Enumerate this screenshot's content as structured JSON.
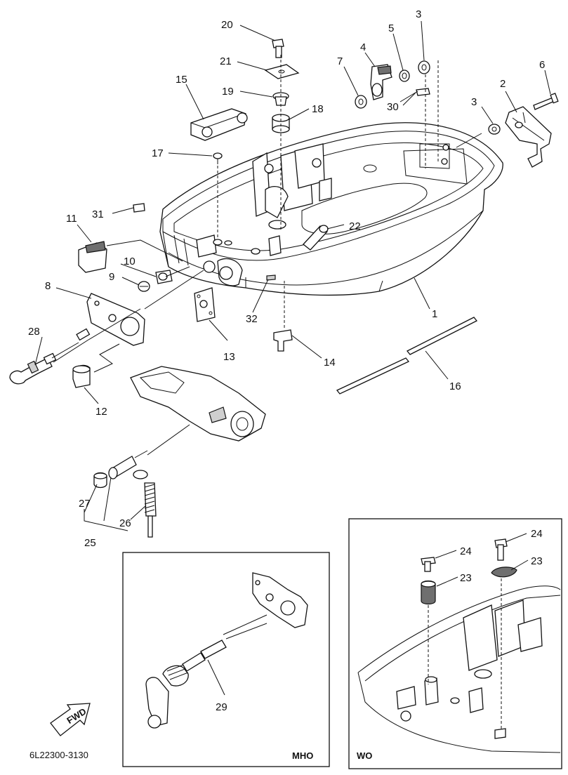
{
  "diagram": {
    "drawing_code": "6L22300-3130",
    "fwd_label": "FWD",
    "inset_left_label": "MHO",
    "inset_right_label": "WO",
    "callouts": [
      {
        "id": "c1",
        "text": "1"
      },
      {
        "id": "c2",
        "text": "2"
      },
      {
        "id": "c3a",
        "text": "3"
      },
      {
        "id": "c3b",
        "text": "3"
      },
      {
        "id": "c4",
        "text": "4"
      },
      {
        "id": "c5",
        "text": "5"
      },
      {
        "id": "c6",
        "text": "6"
      },
      {
        "id": "c7",
        "text": "7"
      },
      {
        "id": "c8",
        "text": "8"
      },
      {
        "id": "c9",
        "text": "9"
      },
      {
        "id": "c10",
        "text": "10"
      },
      {
        "id": "c11",
        "text": "11"
      },
      {
        "id": "c12",
        "text": "12"
      },
      {
        "id": "c13",
        "text": "13"
      },
      {
        "id": "c14",
        "text": "14"
      },
      {
        "id": "c15",
        "text": "15"
      },
      {
        "id": "c16",
        "text": "16"
      },
      {
        "id": "c17",
        "text": "17"
      },
      {
        "id": "c18",
        "text": "18"
      },
      {
        "id": "c19",
        "text": "19"
      },
      {
        "id": "c20",
        "text": "20"
      },
      {
        "id": "c21",
        "text": "21"
      },
      {
        "id": "c22",
        "text": "22"
      },
      {
        "id": "c23a",
        "text": "23"
      },
      {
        "id": "c23b",
        "text": "23"
      },
      {
        "id": "c24a",
        "text": "24"
      },
      {
        "id": "c24b",
        "text": "24"
      },
      {
        "id": "c25",
        "text": "25"
      },
      {
        "id": "c26",
        "text": "26"
      },
      {
        "id": "c27",
        "text": "27"
      },
      {
        "id": "c28",
        "text": "28"
      },
      {
        "id": "c29",
        "text": "29"
      },
      {
        "id": "c30",
        "text": "30"
      },
      {
        "id": "c31",
        "text": "31"
      },
      {
        "id": "c32",
        "text": "32"
      }
    ]
  }
}
